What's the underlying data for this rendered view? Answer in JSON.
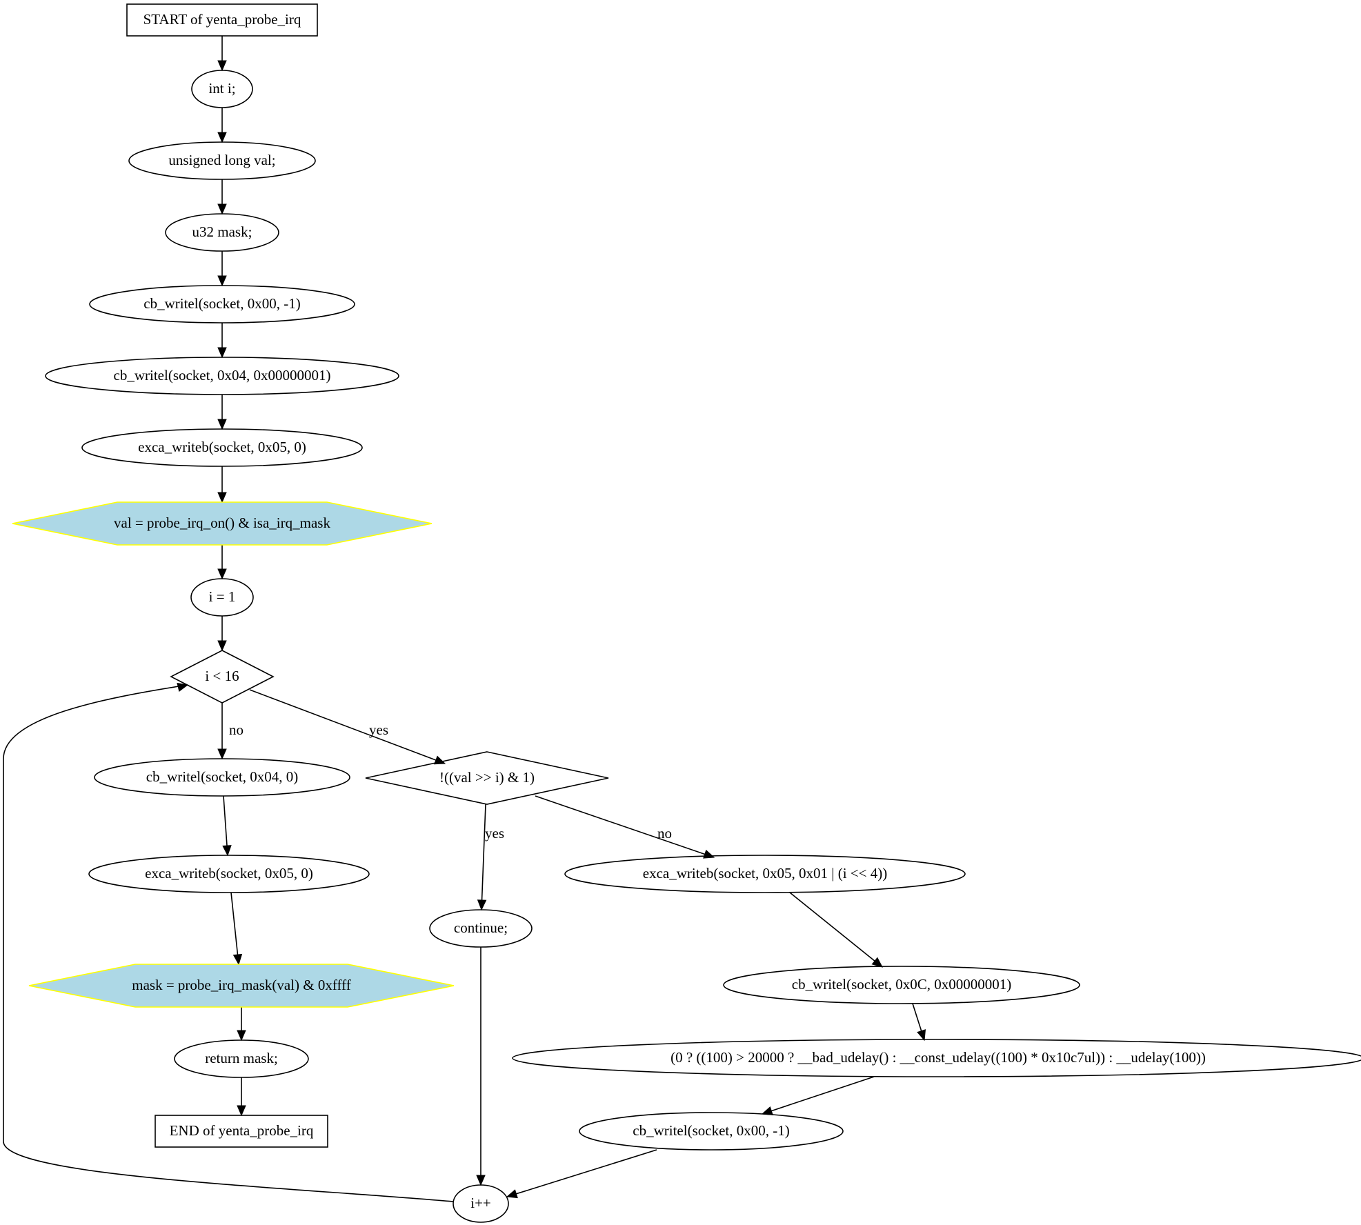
{
  "diagram": {
    "nodes": [
      {
        "id": "start",
        "shape": "box",
        "label": "START of yenta_probe_irq"
      },
      {
        "id": "n_int",
        "shape": "ellipse",
        "label": "int i;"
      },
      {
        "id": "n_val",
        "shape": "ellipse",
        "label": "unsigned long val;"
      },
      {
        "id": "n_mask",
        "shape": "ellipse",
        "label": "u32 mask;"
      },
      {
        "id": "n_cbw1",
        "shape": "ellipse",
        "label": "cb_writel(socket, 0x00, -1)"
      },
      {
        "id": "n_cbw2",
        "shape": "ellipse",
        "label": "cb_writel(socket, 0x04, 0x00000001)"
      },
      {
        "id": "n_exca1",
        "shape": "ellipse",
        "label": "exca_writeb(socket, 0x05, 0)"
      },
      {
        "id": "n_probe",
        "shape": "hexagon",
        "label": "val = probe_irq_on() & isa_irq_mask"
      },
      {
        "id": "n_i1",
        "shape": "ellipse",
        "label": "i = 1"
      },
      {
        "id": "n_cond",
        "shape": "diamond",
        "label": "i < 16"
      },
      {
        "id": "n_cbw3",
        "shape": "ellipse",
        "label": "cb_writel(socket, 0x04, 0)"
      },
      {
        "id": "n_exca2",
        "shape": "ellipse",
        "label": "exca_writeb(socket, 0x05, 0)"
      },
      {
        "id": "n_maskset",
        "shape": "hexagon",
        "label": "mask = probe_irq_mask(val) & 0xffff"
      },
      {
        "id": "n_ret",
        "shape": "ellipse",
        "label": "return mask;"
      },
      {
        "id": "end",
        "shape": "box",
        "label": "END of yenta_probe_irq"
      },
      {
        "id": "n_cond2",
        "shape": "diamond",
        "label": "!((val >> i) & 1)"
      },
      {
        "id": "n_cont",
        "shape": "ellipse",
        "label": "continue;"
      },
      {
        "id": "n_exca3",
        "shape": "ellipse",
        "label": "exca_writeb(socket, 0x05, 0x01 | (i << 4))"
      },
      {
        "id": "n_cbw4",
        "shape": "ellipse",
        "label": "cb_writel(socket, 0x0C, 0x00000001)"
      },
      {
        "id": "n_udelay",
        "shape": "ellipse",
        "label": "(0 ? ((100) > 20000 ? __bad_udelay() : __const_udelay((100) * 0x10c7ul)) : __udelay(100))"
      },
      {
        "id": "n_cbw5",
        "shape": "ellipse",
        "label": "cb_writel(socket, 0x00, -1)"
      },
      {
        "id": "n_inc",
        "shape": "ellipse",
        "label": "i++"
      }
    ],
    "edges": [
      {
        "from": "start",
        "to": "n_int"
      },
      {
        "from": "n_int",
        "to": "n_val"
      },
      {
        "from": "n_val",
        "to": "n_mask"
      },
      {
        "from": "n_mask",
        "to": "n_cbw1"
      },
      {
        "from": "n_cbw1",
        "to": "n_cbw2"
      },
      {
        "from": "n_cbw2",
        "to": "n_exca1"
      },
      {
        "from": "n_exca1",
        "to": "n_probe"
      },
      {
        "from": "n_probe",
        "to": "n_i1"
      },
      {
        "from": "n_i1",
        "to": "n_cond"
      },
      {
        "from": "n_cond",
        "to": "n_cbw3",
        "label": "no"
      },
      {
        "from": "n_cond",
        "to": "n_cond2",
        "label": "yes"
      },
      {
        "from": "n_cbw3",
        "to": "n_exca2"
      },
      {
        "from": "n_exca2",
        "to": "n_maskset"
      },
      {
        "from": "n_maskset",
        "to": "n_ret"
      },
      {
        "from": "n_ret",
        "to": "end"
      },
      {
        "from": "n_cond2",
        "to": "n_cont",
        "label": "yes"
      },
      {
        "from": "n_cond2",
        "to": "n_exca3",
        "label": "no"
      },
      {
        "from": "n_cont",
        "to": "n_inc"
      },
      {
        "from": "n_exca3",
        "to": "n_cbw4"
      },
      {
        "from": "n_cbw4",
        "to": "n_udelay"
      },
      {
        "from": "n_udelay",
        "to": "n_cbw5"
      },
      {
        "from": "n_cbw5",
        "to": "n_inc"
      },
      {
        "from": "n_inc",
        "to": "n_cond"
      }
    ]
  }
}
